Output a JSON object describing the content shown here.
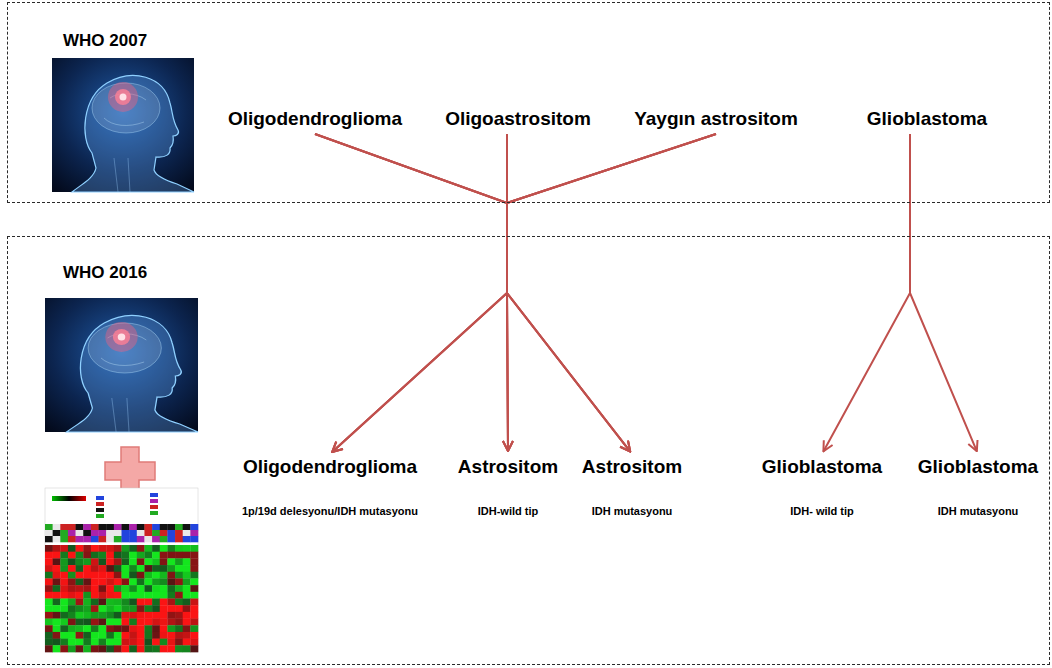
{
  "diagram": {
    "nodes": [
      {
        "text": [
          "WHO 2007"
        ]
      },
      {
        "text": [
          "Oligodendroglioma"
        ],
        "in": 0
      },
      {
        "text": [
          "Oligoastrositom"
        ],
        "in": 0
      },
      {
        "text": [
          "Yaygın astrositom"
        ],
        "in": 0
      },
      {
        "text": [
          "Glioblastoma"
        ],
        "in": 0
      },
      {
        "text": [
          "WHO 2016"
        ]
      },
      {
        "text": [
          "Oligodendroglioma",
          "1p/19d delesyonu/IDH mutasyonu"
        ],
        "in": 5
      },
      {
        "text": [
          "Astrositom",
          "IDH-wild tip"
        ],
        "in": 5
      },
      {
        "text": [
          "Astrositom",
          "IDH mutasyonu"
        ],
        "in": 5
      },
      {
        "text": [
          "Glioblastoma",
          "IDH- wild tip"
        ],
        "in": 5
      },
      {
        "text": [
          "Glioblastoma",
          "IDH mutasyonu"
        ],
        "in": 5
      }
    ],
    "edges": [
      {
        "from": 1,
        "to": 6,
        "arrow": "to"
      },
      {
        "from": 1,
        "to": 7,
        "arrow": "to"
      },
      {
        "from": 1,
        "to": 8,
        "arrow": "to"
      },
      {
        "from": 2,
        "to": 6,
        "arrow": "to"
      },
      {
        "from": 2,
        "to": 7,
        "arrow": "to"
      },
      {
        "from": 2,
        "to": 8,
        "arrow": "to"
      },
      {
        "from": 3,
        "to": 6,
        "arrow": "to"
      },
      {
        "from": 3,
        "to": 7,
        "arrow": "to"
      },
      {
        "from": 3,
        "to": 8,
        "arrow": "to"
      },
      {
        "from": 4,
        "to": 9,
        "arrow": "to"
      },
      {
        "from": 4,
        "to": 10,
        "arrow": "to"
      }
    ]
  }
}
